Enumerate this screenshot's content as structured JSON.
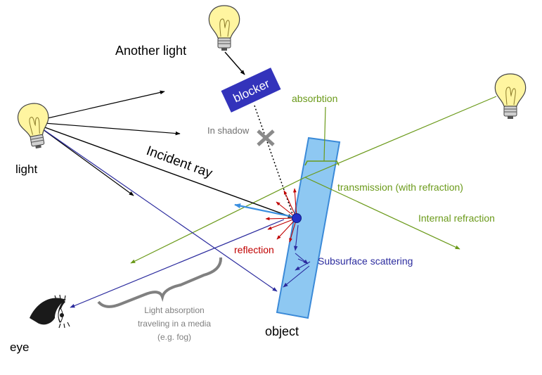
{
  "labels": {
    "another_light": "Another light",
    "light": "light",
    "blocker": "blocker",
    "in_shadow": "In shadow",
    "absorption": "absorbtion",
    "incident_ray": "Incident ray",
    "transmission": "transmission (with refraction)",
    "internal_refraction": "Internal refraction",
    "reflection": "reflection",
    "subsurface": "Subsurface scattering",
    "media_line1": "Light absorption",
    "media_line2": "traveling in a media",
    "media_line3": "(e.g. fog)",
    "object": "object",
    "eye": "eye"
  },
  "icons": {
    "light_source": "light-bulb-icon",
    "viewer": "eye-icon",
    "shadow_mark": "cross-icon"
  },
  "colors": {
    "black_ray": "#000000",
    "blue_ray": "#2b2b9e",
    "green": "#6b9a1a",
    "red": "#c00000",
    "gray": "#808080",
    "blocker_fill": "#3333bb",
    "object_fill": "#8ec8f2",
    "object_stroke": "#3b8ad8",
    "hit_point": "#2230c8",
    "bulb_fill": "#fff5a0",
    "bright_blue": "#3a8fe0"
  }
}
